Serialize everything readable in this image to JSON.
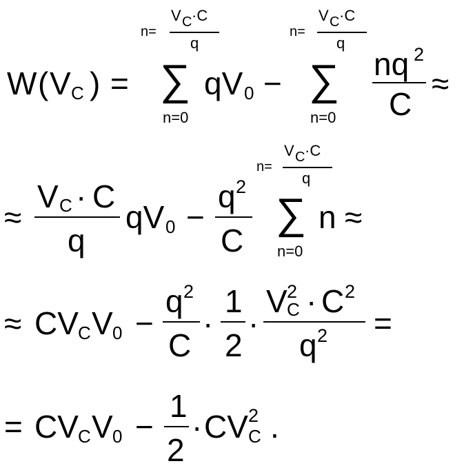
{
  "symbols": {
    "W": "W",
    "paren_open": "(",
    "paren_close": ")",
    "V": "V",
    "C": "C",
    "q": "q",
    "n": "n",
    "nq": "nq",
    "qV": "qV",
    "CV": "CV",
    "CVcV": "CV",
    "sub_C": "C",
    "sub_0": "0",
    "sup_2": "2",
    "one": "1",
    "two": "2",
    "sigma": "∑",
    "eq": "=",
    "minus": "−",
    "approx": "≈",
    "cdot": "·",
    "period": "."
  },
  "limits": {
    "lower": "n=0",
    "upper_prefix": "n=",
    "upper_num": "V",
    "upper_num_sub": "C",
    "upper_num_rest": " ·C",
    "upper_den": "q"
  }
}
